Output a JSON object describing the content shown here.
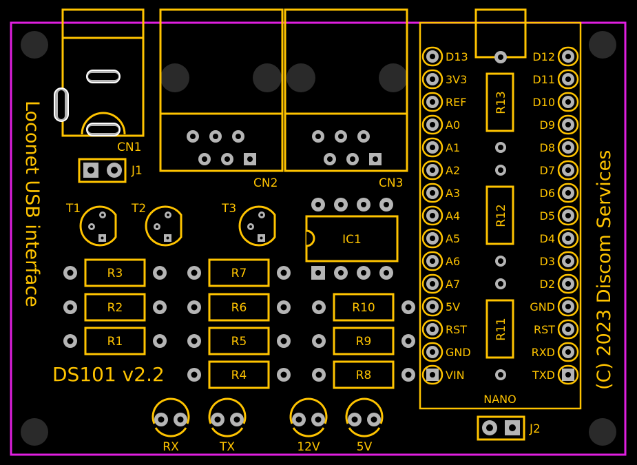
{
  "colors": {
    "background": "#000000",
    "silkscreen": "#FFC400",
    "outline": "#E01FE0",
    "pad": "#B5B5B5",
    "mount_hole": "#2A2A2A"
  },
  "board": {
    "title_vertical": "Loconet USB interface",
    "version": "DS101 v2.2",
    "copyright": "(C) 2023 Discom Services"
  },
  "connectors": {
    "cn1": "CN1",
    "cn2": "CN2",
    "cn3": "CN3",
    "j1": "J1",
    "j2": "J2"
  },
  "transistors": [
    "T1",
    "T2",
    "T3"
  ],
  "resistors": [
    "R1",
    "R2",
    "R3",
    "R4",
    "R5",
    "R6",
    "R7",
    "R8",
    "R9",
    "R10",
    "R11",
    "R12",
    "R13"
  ],
  "ic": "IC1",
  "leds": [
    "RX",
    "TX",
    "12V",
    "5V"
  ],
  "nano": {
    "label": "NANO",
    "left_pins": [
      "D13",
      "3V3",
      "REF",
      "A0",
      "A1",
      "A2",
      "A3",
      "A4",
      "A5",
      "A6",
      "A7",
      "5V",
      "RST",
      "GND",
      "VIN"
    ],
    "right_pins": [
      "D12",
      "D11",
      "D10",
      "D9",
      "D8",
      "D7",
      "D6",
      "D5",
      "D4",
      "D3",
      "D2",
      "GND",
      "RST",
      "RXD",
      "TXD"
    ]
  }
}
